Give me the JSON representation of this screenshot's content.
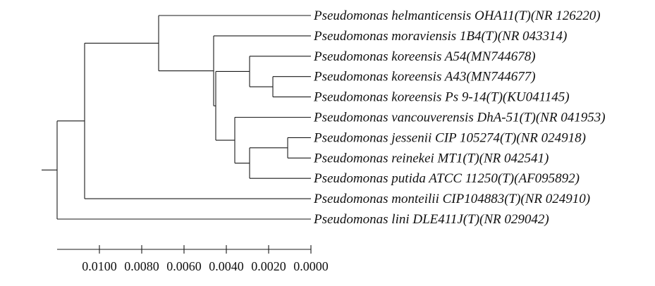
{
  "taxa": [
    "Pseudomonas helmanticensis OHA11(T)(NR 126220)",
    "Pseudomonas moraviensis 1B4(T)(NR 043314)",
    "Pseudomonas koreensis A54(MN744678)",
    "Pseudomonas koreensis A43(MN744677)",
    "Pseudomonas koreensis Ps 9-14(T)(KU041145)",
    "Pseudomonas vancouverensis DhA-51(T)(NR 041953)",
    "Pseudomonas jessenii CIP 105274(T)(NR 024918)",
    "Pseudomonas reinekei MT1(T)(NR 042541)",
    "Pseudomonas putida ATCC 11250(T)(AF095892)",
    "Pseudomonas monteilii CIP104883(T)(NR 024910)",
    "Pseudomonas lini DLE411J(T)(NR 029042)"
  ],
  "scale": {
    "ticks": [
      0.01,
      0.008,
      0.006,
      0.004,
      0.002,
      0.0
    ],
    "tick_labels": [
      "0.0100",
      "0.0080",
      "0.0060",
      "0.0040",
      "0.0020",
      "0.0000"
    ]
  },
  "tree": {
    "root": {
      "d": 0.012,
      "children": [
        {
          "d": 0.0107,
          "children": [
            {
              "d": 0.0072,
              "children": [
                {
                  "leaf": 0
                },
                {
                  "d": 0.0046,
                  "children": [
                    {
                      "leaf": 1
                    },
                    {
                      "d": 0.0045,
                      "children": [
                        {
                          "d": 0.0029,
                          "children": [
                            {
                              "leaf": 2
                            },
                            {
                              "d": 0.0018,
                              "children": [
                                {
                                  "leaf": 3
                                },
                                {
                                  "leaf": 4
                                }
                              ]
                            }
                          ]
                        },
                        {
                          "d": 0.0036,
                          "children": [
                            {
                              "leaf": 5
                            },
                            {
                              "d": 0.0029,
                              "children": [
                                {
                                  "d": 0.0011,
                                  "children": [
                                    {
                                      "leaf": 6
                                    },
                                    {
                                      "leaf": 7
                                    }
                                  ]
                                },
                                {
                                  "leaf": 8
                                }
                              ]
                            }
                          ]
                        }
                      ]
                    }
                  ]
                }
              ]
            },
            {
              "leaf": 9
            }
          ]
        },
        {
          "leaf": 10
        }
      ]
    }
  }
}
